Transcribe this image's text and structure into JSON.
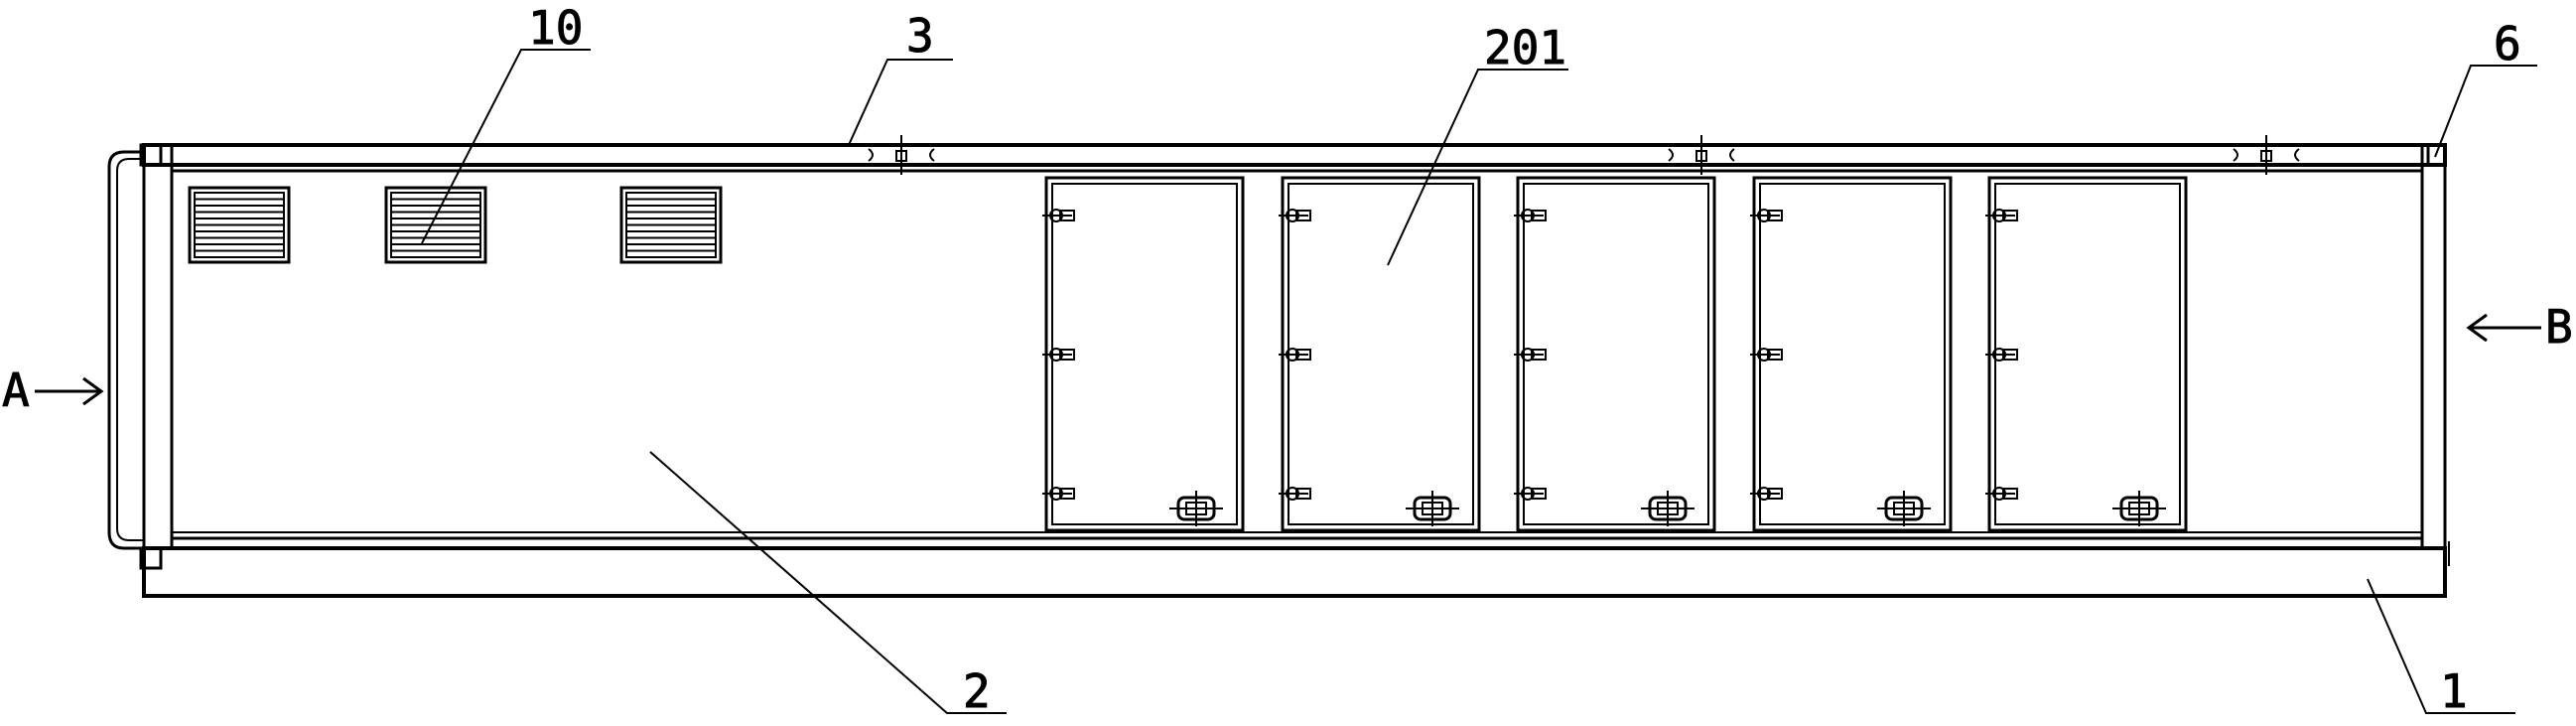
{
  "labels": {
    "body": "1",
    "panel": "2",
    "rail": "3",
    "end_frame": "6",
    "vent": "10",
    "door": "201",
    "view_a": "A",
    "view_b": "B"
  },
  "drawing": {
    "line_color": "#000000",
    "background": "#ffffff",
    "vent_count": 3,
    "door_count": 5,
    "hinges_per_door": 3,
    "rail_clip_count": 3,
    "vent_slat_count": 10
  }
}
